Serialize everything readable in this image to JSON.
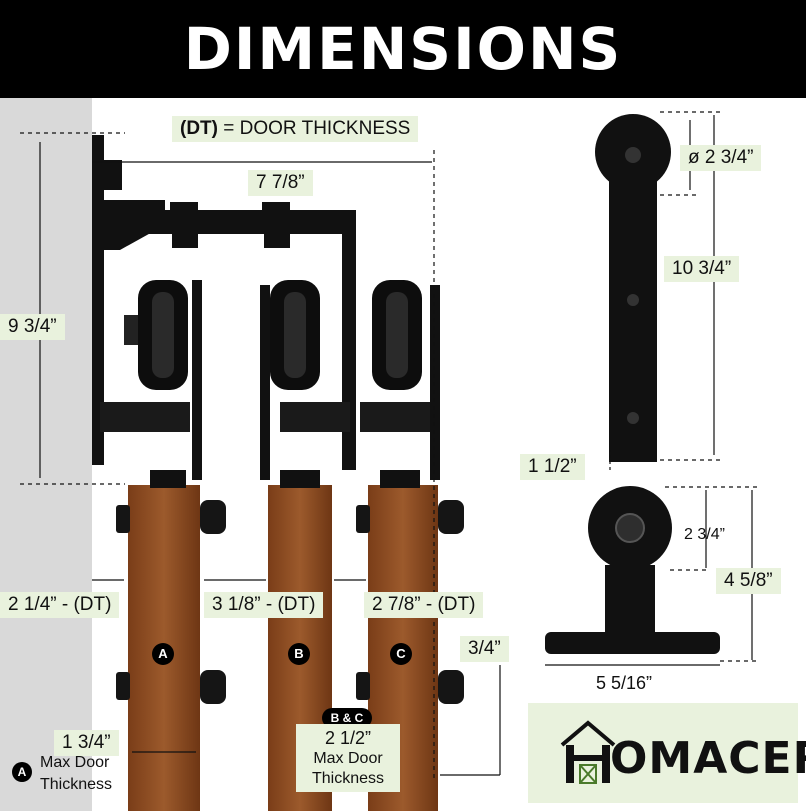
{
  "header": {
    "title": "DIMENSIONS"
  },
  "legend": {
    "code": "(DT)",
    "equals": "=",
    "meaning": "DOOR THICKNESS"
  },
  "dims": {
    "bracket_width": "7 7/8”",
    "total_height": "9 3/4”",
    "gap_a": "2 1/4” - (DT)",
    "gap_b": "3 1/8” - (DT)",
    "gap_c": "2 7/8” - (DT)",
    "spacer": "3/4”",
    "door_a_thickness": "1 3/4”",
    "wheel_diameter": "ø 2 3/4”",
    "hanger_height": "10 3/4”",
    "hanger_width": "1 1/2”",
    "guide_wheel": "2 3/4”",
    "guide_height": "4 5/8”",
    "guide_base": "5 5/16”"
  },
  "doors": {
    "a": "A",
    "b": "B",
    "c": "C"
  },
  "notes": {
    "a_badge": "A",
    "a_line1": "Max Door",
    "a_line2": "Thickness",
    "bc_badge": "B & C",
    "bc_value": "2 1/2”",
    "bc_line1": "Max Door",
    "bc_line2": "Thickness"
  },
  "brand": {
    "name": "OMACER",
    "initial": "H"
  },
  "colors": {
    "banner": "#000000",
    "label_bg": "#e9f2dd",
    "wood": "#8a4a22",
    "hardware": "#111111",
    "wall": "#d9d9d9"
  }
}
